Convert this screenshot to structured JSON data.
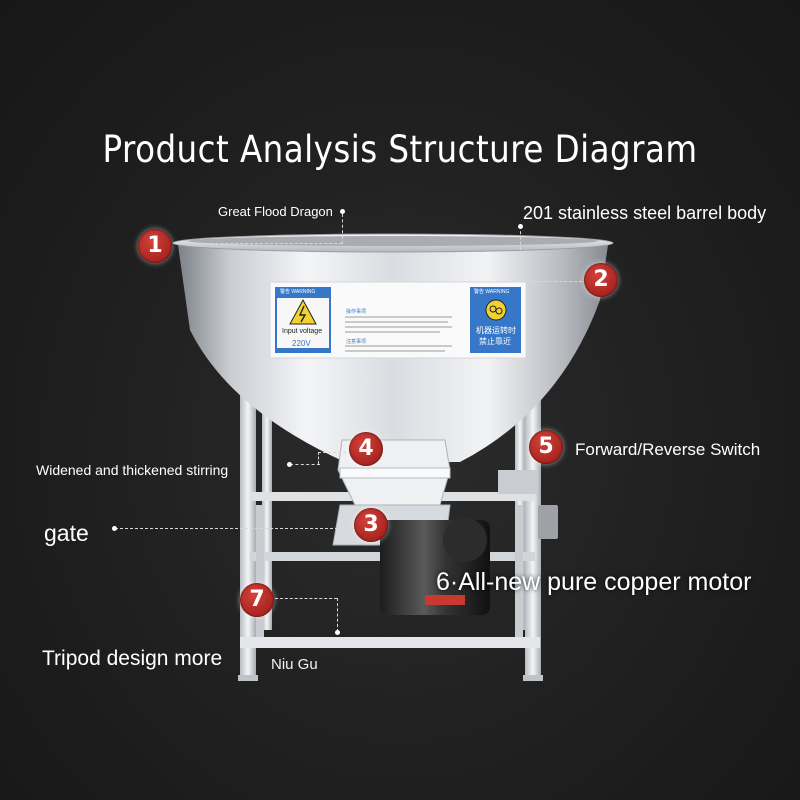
{
  "title": "Product Analysis Structure Diagram",
  "callouts": [
    {
      "number": "1",
      "label": "Great Flood Dragon"
    },
    {
      "number": "2",
      "label": "201 stainless steel barrel body"
    },
    {
      "number": "3",
      "label": "gate"
    },
    {
      "number": "4",
      "label": "Widened and thickened stirring"
    },
    {
      "number": "5",
      "label": "Forward/Reverse Switch"
    },
    {
      "number": "6",
      "label": "6·All-new pure copper motor"
    },
    {
      "number": "7",
      "label": "Tripod design more",
      "label_extra": "Niu Gu"
    }
  ],
  "machine_panel": {
    "warning_left": "警告 WARNING",
    "input_voltage": "Input voltage",
    "voltage_value": "220V",
    "warning_right": "警告 WARNING",
    "cn_line1": "机器运转时",
    "cn_line2": "禁止靠近",
    "section_title_1": "操作事项",
    "section_title_2": "注意事项"
  },
  "colors": {
    "background": "#1e1e1e",
    "callout_red": "#b32a24",
    "steel_light": "#e9ecef",
    "steel_dark": "#8a8f95",
    "label_blue": "#2d72c4",
    "warning_yellow": "#f2d230"
  },
  "icons": [
    "lightning-warning-icon",
    "rotation-warning-icon"
  ]
}
